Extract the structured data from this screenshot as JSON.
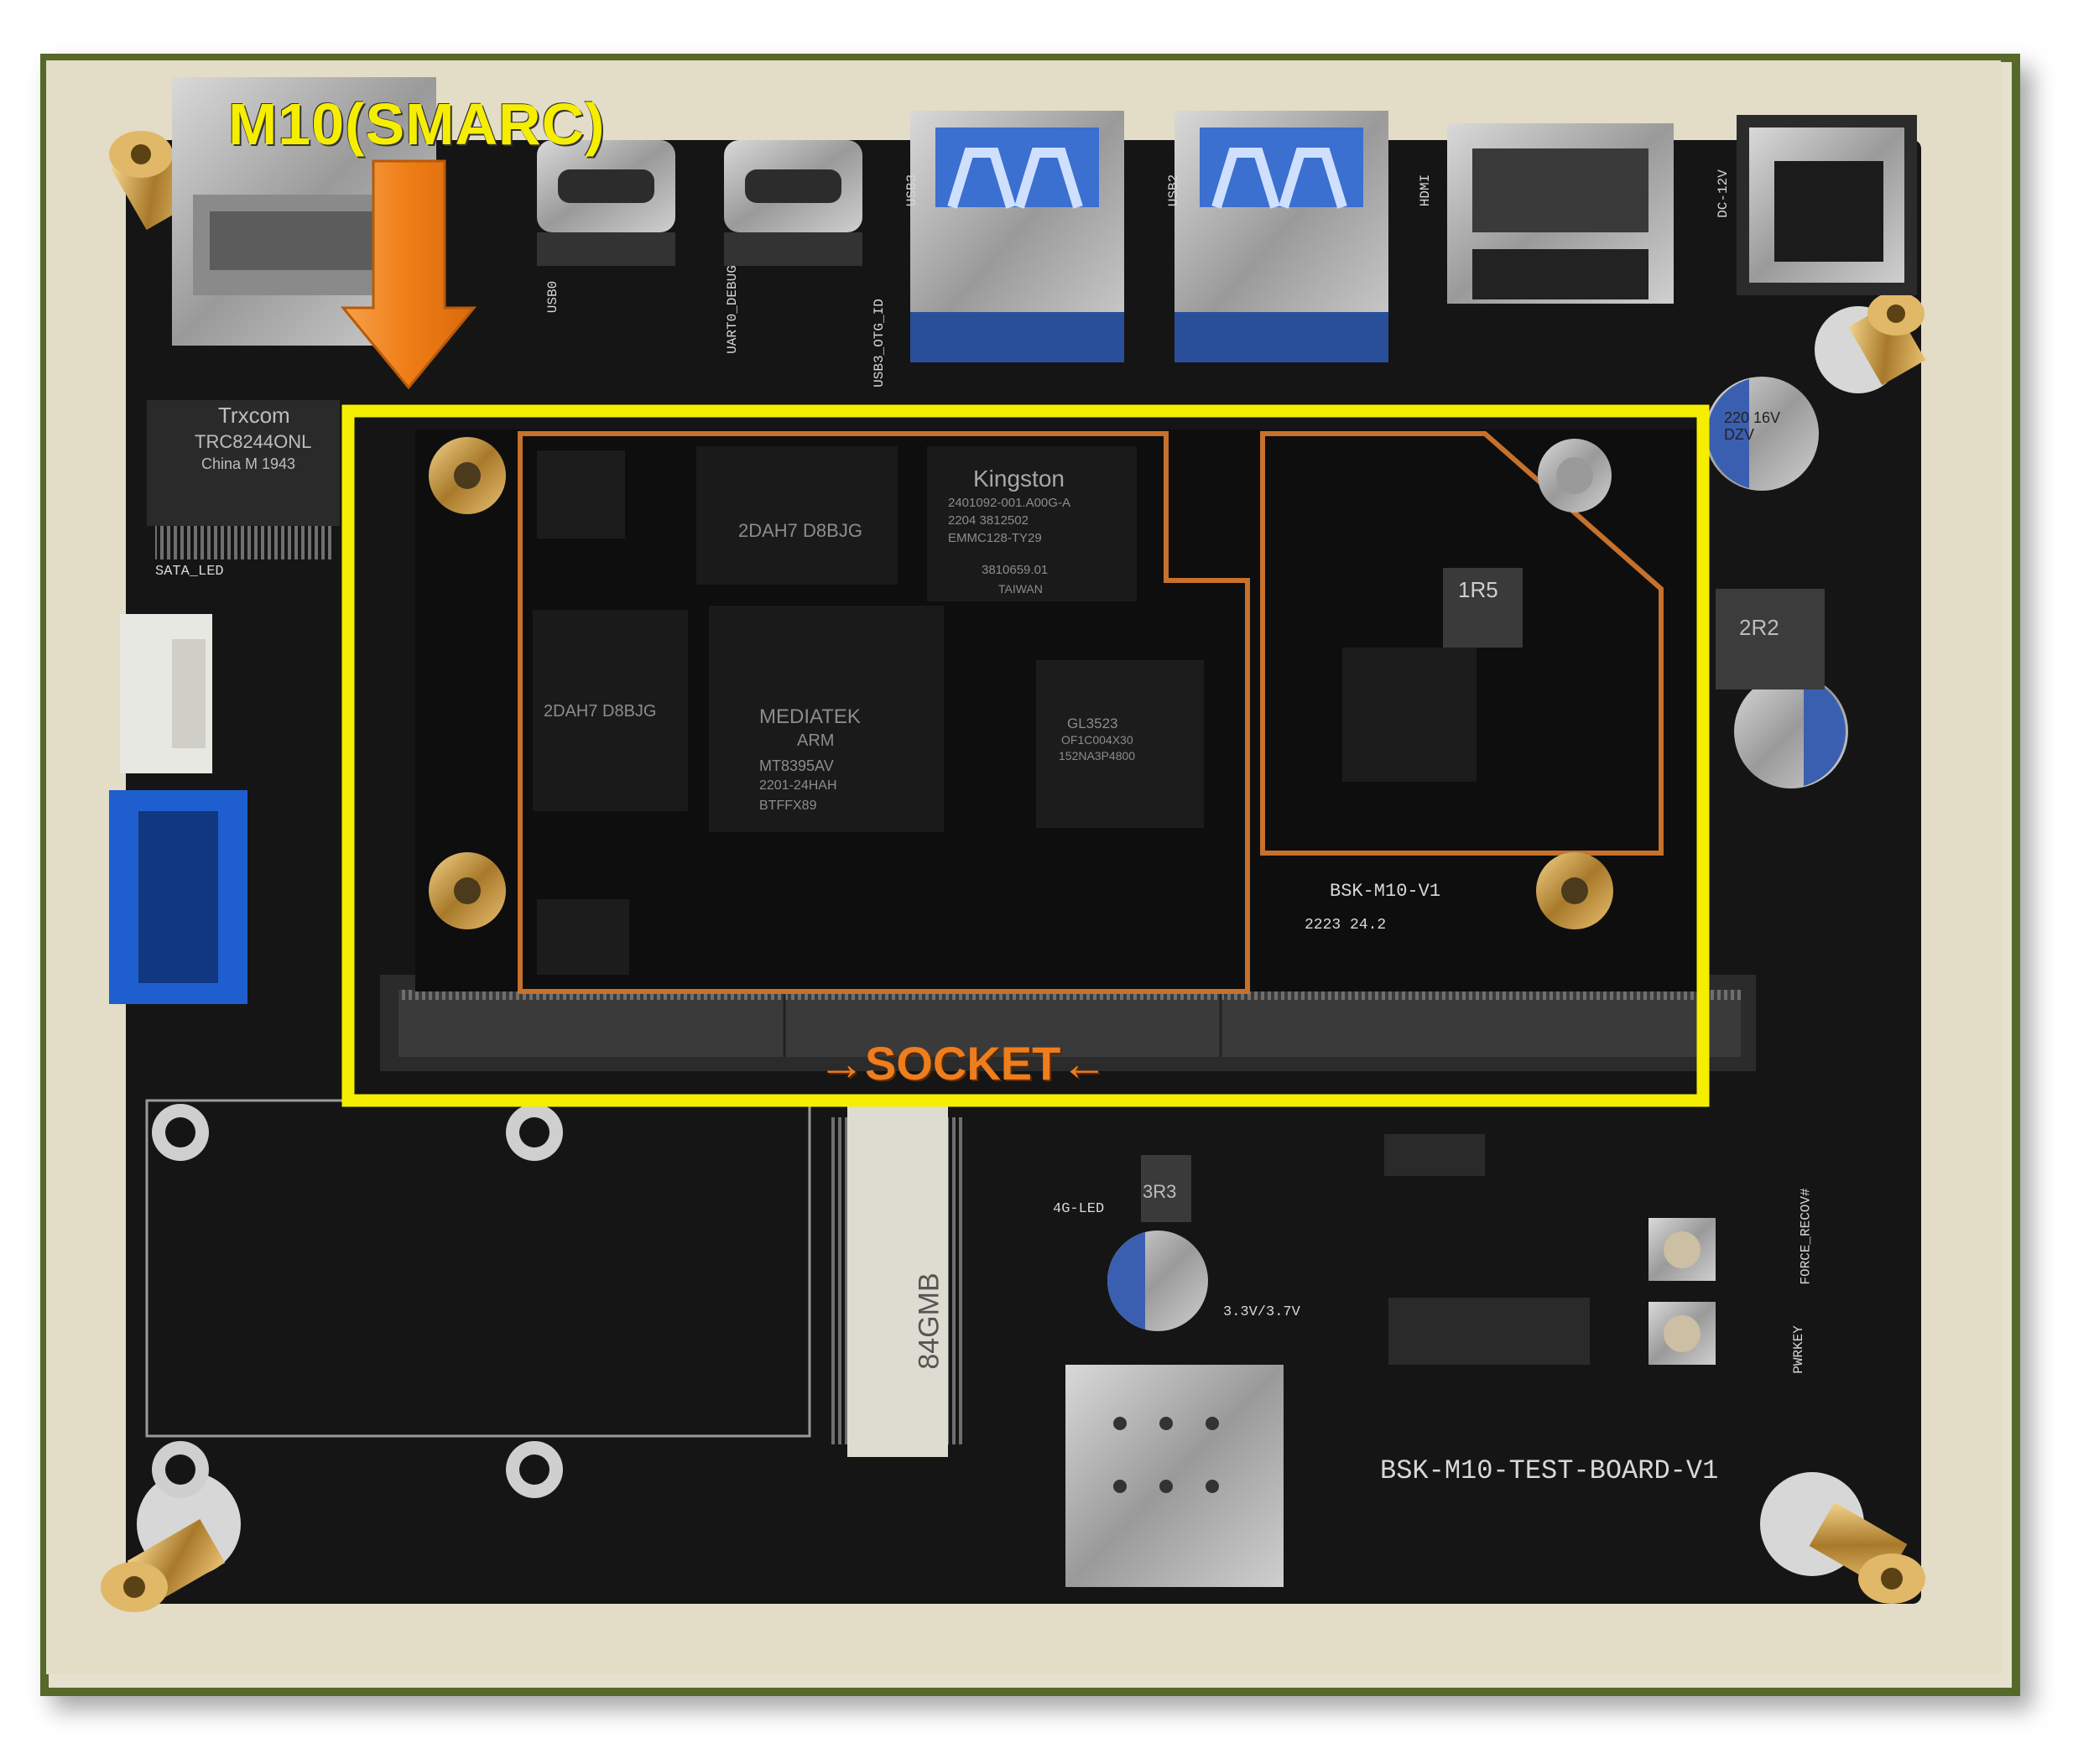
{
  "callouts": {
    "module_label": "M10(SMARC)",
    "socket_label": "→SOCKET←"
  },
  "silkscreen": {
    "board_name": "BSK-M10-TEST-BOARD-V1",
    "module_name": "BSK-M10-V1",
    "module_rev": "2223   24.2",
    "usb0": "USB0",
    "uart_debug": "UART0_DEBUG",
    "usb3": "USB3",
    "usb2": "USB2",
    "hdmi": "HDMI",
    "dc": "DC-12V",
    "otg": "USB3_OTG_ID",
    "sata_led": "SATA_LED",
    "led_4g": "4G-LED",
    "v33": "3.3V/3.7V",
    "force_recov": "FORCE_RECOV#",
    "pwrkey": "PWRKEY"
  },
  "chip_text": {
    "eth_brand": "Trxcom",
    "eth_model": "TRC8244ONL",
    "eth_origin": "China  M 1943",
    "emmc_brand": "Kingston",
    "emmc_line1": "2401092-001.A00G-A",
    "emmc_line2": "2204    3812502",
    "emmc_line3": "EMMC128-TY29",
    "emmc_line4": "3810659.01",
    "emmc_line5": "TAIWAN",
    "soc_line1": "MEDIATEK",
    "soc_line2": "ARM",
    "soc_line3": "MT8395AV",
    "soc_line4": "2201-24HAH",
    "soc_line5": "BTFFX89",
    "ram1": "2DAH7 D8BJG",
    "ram2": "2DAH7 D8BJG",
    "bridge_line1": "GL3523",
    "bridge_line2": "OF1C004X30",
    "bridge_line3": "152NA3P4800",
    "inductor1": "1R5",
    "inductor2": "2R2",
    "inductor3": "3R3",
    "cap": "220 16V DZV",
    "m2": "84GMB"
  },
  "colors": {
    "highlight_box": "#f6ee00",
    "socket_label": "#ee7d1d",
    "arrow": "#f08a24",
    "frame": "#56682a",
    "pcb": "#141414"
  }
}
